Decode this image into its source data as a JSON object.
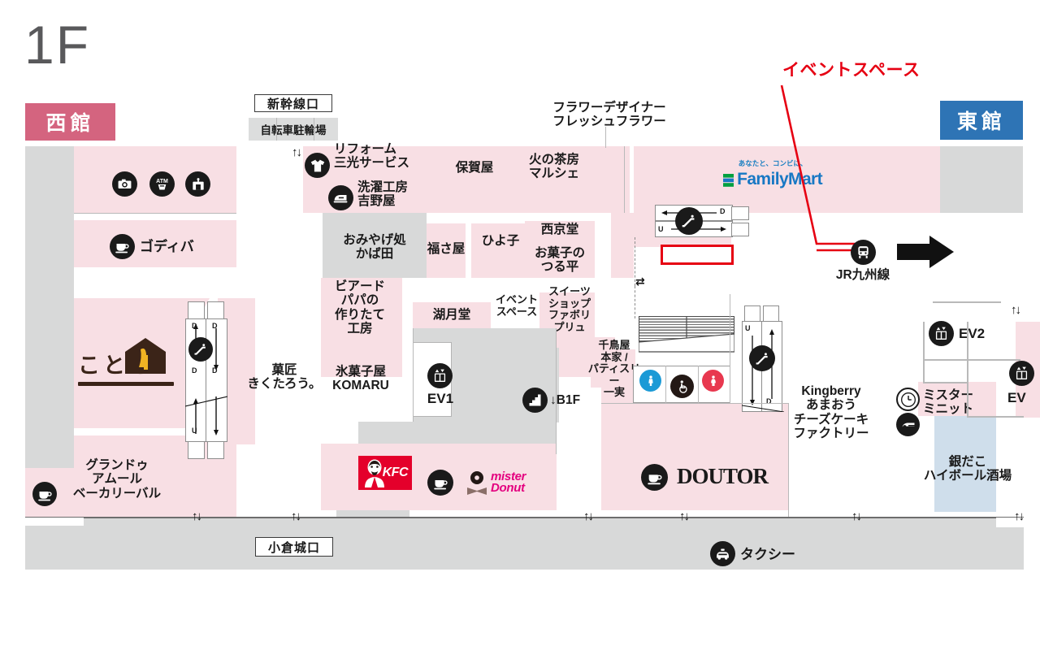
{
  "page": {
    "floor_label": "1F",
    "background_color": "#ffffff"
  },
  "buildings": {
    "west": {
      "label": "西館",
      "color": "#d4647f"
    },
    "east": {
      "label": "東館",
      "color": "#2e74b5"
    }
  },
  "gates": {
    "shinkansen": "新幹線口",
    "bicycle_parking": "自転車駐輪場",
    "kokurajo": "小倉城口"
  },
  "callout": {
    "label": "イベントスペース",
    "color": "#e60012"
  },
  "icons": {
    "camera": "camera-icon",
    "atm": "atm-icon",
    "locker": "coin-locker-icon",
    "cafe": "cafe-cup-icon",
    "shirt": "clothing-reform-icon",
    "iron": "laundry-iron-icon",
    "escalator": "escalator-icon",
    "elevator": "elevator-icon",
    "stairs": "stairs-icon",
    "train": "train-icon",
    "taxi": "taxi-icon",
    "clock": "clock-repair-icon",
    "key": "key-shoe-repair-icon",
    "restroom_male": "restroom-male-icon",
    "restroom_female": "restroom-female-icon",
    "restroom_accessible": "restroom-accessible-icon"
  },
  "shops": {
    "godiva": "ゴディバ",
    "reform_sanko": "リフォーム\n三光サービス",
    "sentaku_yoshinoya": "洗濯工房\n吉野屋",
    "omiyage_kabata": "おみやげ処\nかば田",
    "fukusaya": "福さ屋",
    "hogaya": "保賀屋",
    "hinochabo_marche": "火の茶房\nマルシェ",
    "flower_designer": "フラワーデザイナー\nフレッシュフラワー",
    "hiyoko": "ひよ子",
    "saikyodo": "西京堂",
    "okashi_tsuruhei": "お菓子の\nつる平",
    "beard_papa": "ビアード\nパパの\n作りたて\n工房",
    "kogetsudo": "湖月堂",
    "event_space_small": "イベント\nスペース",
    "sweets_favoriprix": "スイーツ\nショップ\nファボリ\nプリュ",
    "chidoriya": "千鳥屋\n本家 /\nパティスリー\n一実",
    "komaru": "氷菓子屋\nKOMARU",
    "kashо_kikutaro": "菓匠\nきくたろう。",
    "kototo": "ことと",
    "grand_amour": "グランドゥ\nアムール\nベーカリーバル",
    "kfc": "KFC",
    "mister_donut_l1": "mister",
    "mister_donut_l2": "Donut",
    "doutor": "DOUTOR",
    "familymart_tagline": "あなたと、コンビに、",
    "familymart": "FamilyMart",
    "kingberry": "Kingberry\nあまおう\nチーズケーキ\nファクトリー",
    "mister_minit": "ミスター\nミニット",
    "gindako": "銀だこ\nハイボール酒場"
  },
  "facilities": {
    "ev1": "EV1",
    "ev2": "EV2",
    "ev3": "EV",
    "b1f_stairs": "↓B1F",
    "jr_kyushu": "JR九州線",
    "taxi": "タクシー",
    "esc_up": "U",
    "esc_down": "D"
  },
  "colors": {
    "tenant_pink": "#f8dfe4",
    "corridor_gray": "#d8d9d9",
    "blue_tenant": "#cfdeeb",
    "accent_red": "#e60012"
  }
}
